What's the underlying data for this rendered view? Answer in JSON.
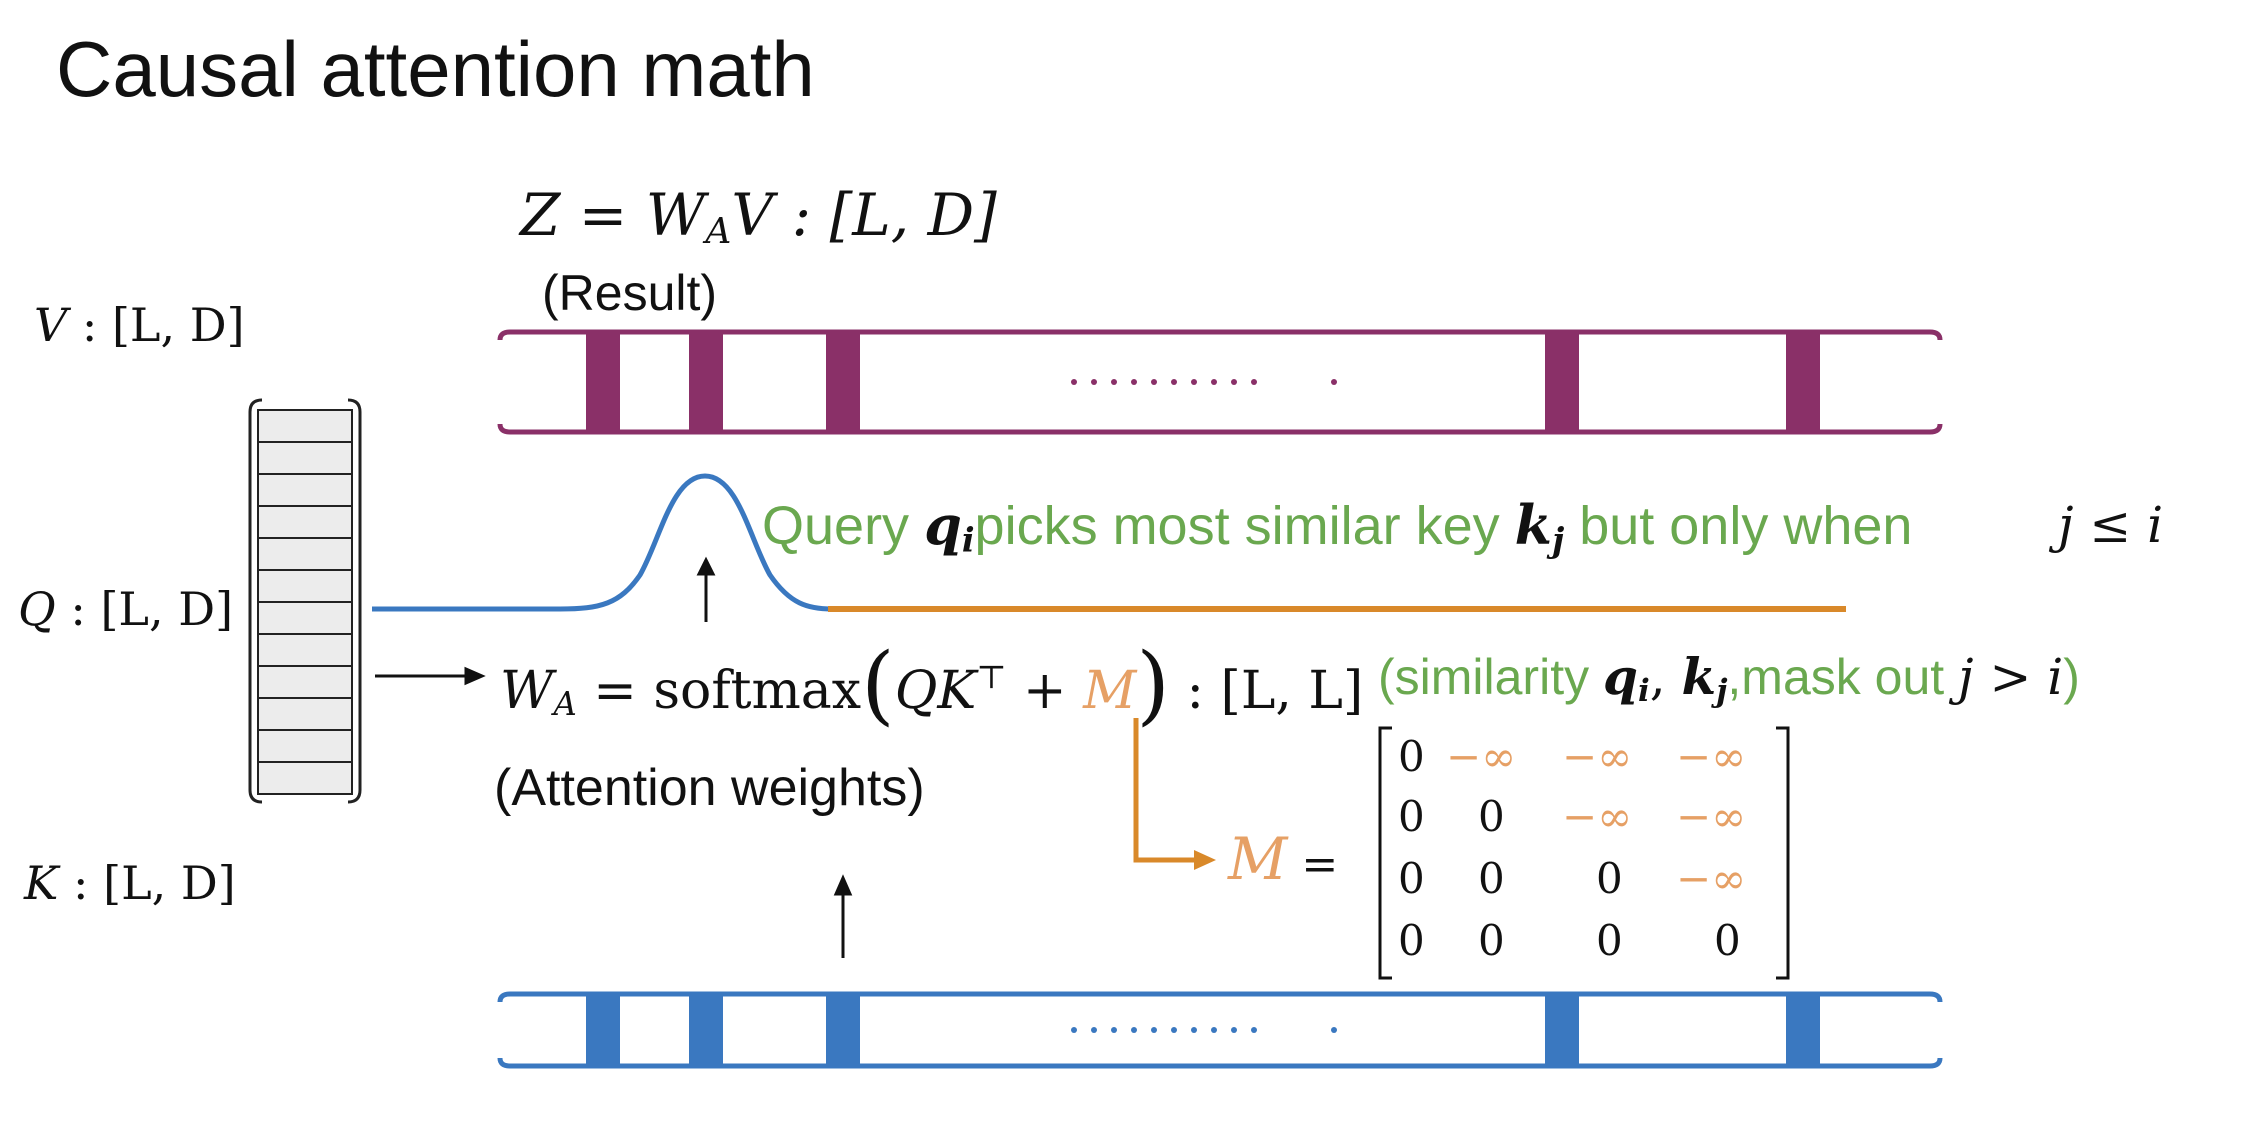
{
  "title": "Causal attention math",
  "left_labels": {
    "v": {
      "sym": "V",
      "colon": " : ",
      "dims": "[L, D]"
    },
    "q": {
      "sym": "Q",
      "colon": " : ",
      "dims": "[L, D]"
    },
    "k": {
      "sym": "K",
      "colon": " : ",
      "dims": "[L, D]"
    }
  },
  "result": {
    "equation_lhs": "Z = W",
    "equation_sub": "A",
    "equation_rhs": "V : [L, D]",
    "caption": "(Result)"
  },
  "query_sentence": {
    "part1": "Query ",
    "q_sym": "q",
    "q_sub": "i",
    "part2": "picks most similar key ",
    "k_sym": "k",
    "k_sub": "j",
    "part3": " but only when",
    "cond": "j ≤ i"
  },
  "weights": {
    "lhs": "W",
    "lhs_sub": "A",
    "eq_softmax": " = softmax",
    "open_paren": "(",
    "qk": "QK",
    "transpose": "⊤",
    "plus": " + ",
    "m": "M",
    "close_paren": ")",
    "dims": " : [L, L]",
    "note_open": "(similarity ",
    "note_qi": "q",
    "note_qi_sub": "i",
    "note_comma": ", ",
    "note_kj": "k",
    "note_kj_sub": "j",
    "note_mid": ",mask out ",
    "note_cond": "j > i",
    "note_close": ")",
    "caption": "(Attention weights)"
  },
  "mask": {
    "label": "M",
    "eq": " =",
    "rows": [
      [
        "0",
        "−∞",
        "−∞",
        "−∞"
      ],
      [
        "0",
        "0",
        "−∞",
        "−∞"
      ],
      [
        "0",
        "0",
        "0",
        "−∞"
      ],
      [
        "0",
        "0",
        "0",
        "0"
      ]
    ]
  },
  "colors": {
    "purple": "#8a3068",
    "blue": "#3a78c0",
    "green": "#6aa84f",
    "orange": "#d9892a",
    "mask_text": "#e6a065"
  },
  "icons": {
    "q_stack": "stacked-matrix-icon",
    "arrows": "arrow-icon",
    "curve": "gaussian-curve-icon"
  }
}
